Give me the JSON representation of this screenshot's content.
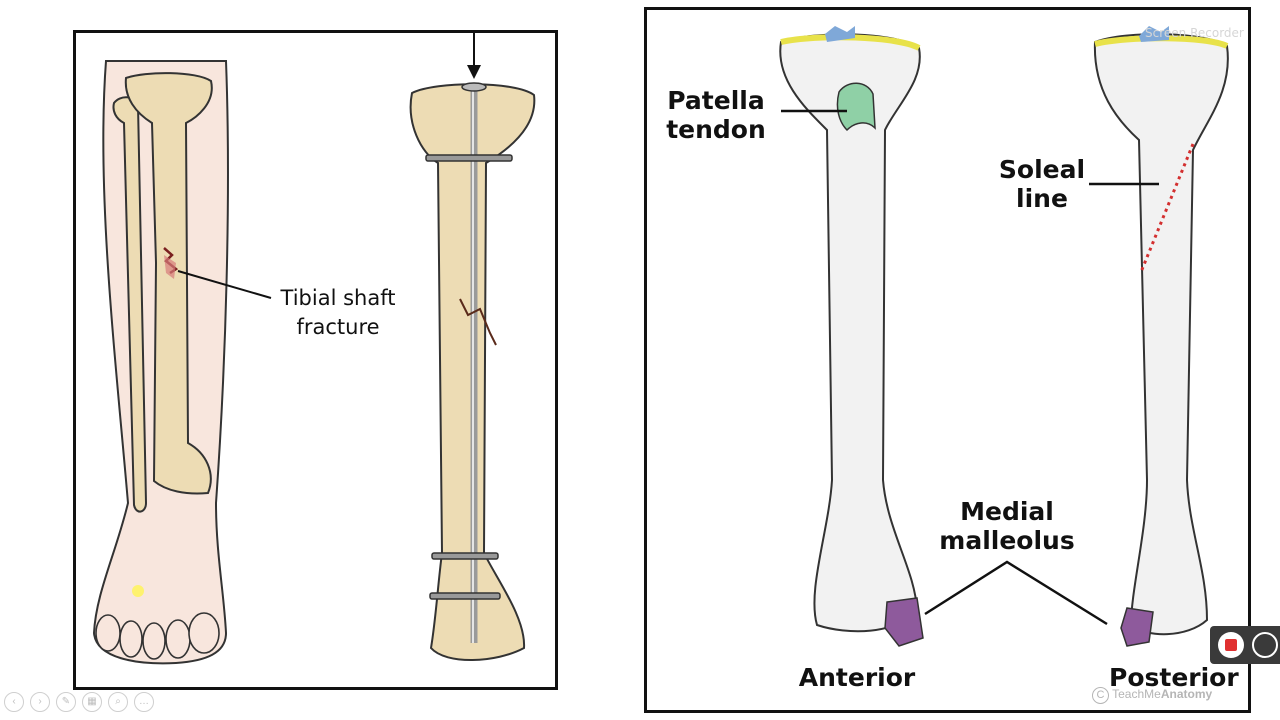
{
  "left_figure": {
    "label_line1": "Tibial shaft",
    "label_line2": "fracture"
  },
  "right_figure": {
    "patella_line1": "Patella",
    "patella_line2": "tendon",
    "soleal_line1": "Soleal",
    "soleal_line2": "line",
    "medial_line1": "Medial",
    "medial_line2": "malleolus",
    "anterior": "Anterior",
    "posterior": "Posterior",
    "copyright_prefix": "TeachMe",
    "copyright_brand": "Anatomy",
    "colors": {
      "tendon": "#8fd0a6",
      "malleolus": "#8e5a9c",
      "cartilage": "#e8e24a",
      "meniscus": "#7fa8d8",
      "soleal_dots": "#d32f2f"
    }
  },
  "overlay": {
    "recorder_watermark": "Screen Recorder",
    "cursor_icon": "mouse-pointer-icon"
  },
  "toolbar": {
    "icons": [
      "prev-icon",
      "next-icon",
      "pen-icon",
      "slides-icon",
      "zoom-icon",
      "more-icon"
    ],
    "glyphs": [
      "‹",
      "›",
      "✎",
      "▦",
      "⌕",
      "…"
    ]
  }
}
